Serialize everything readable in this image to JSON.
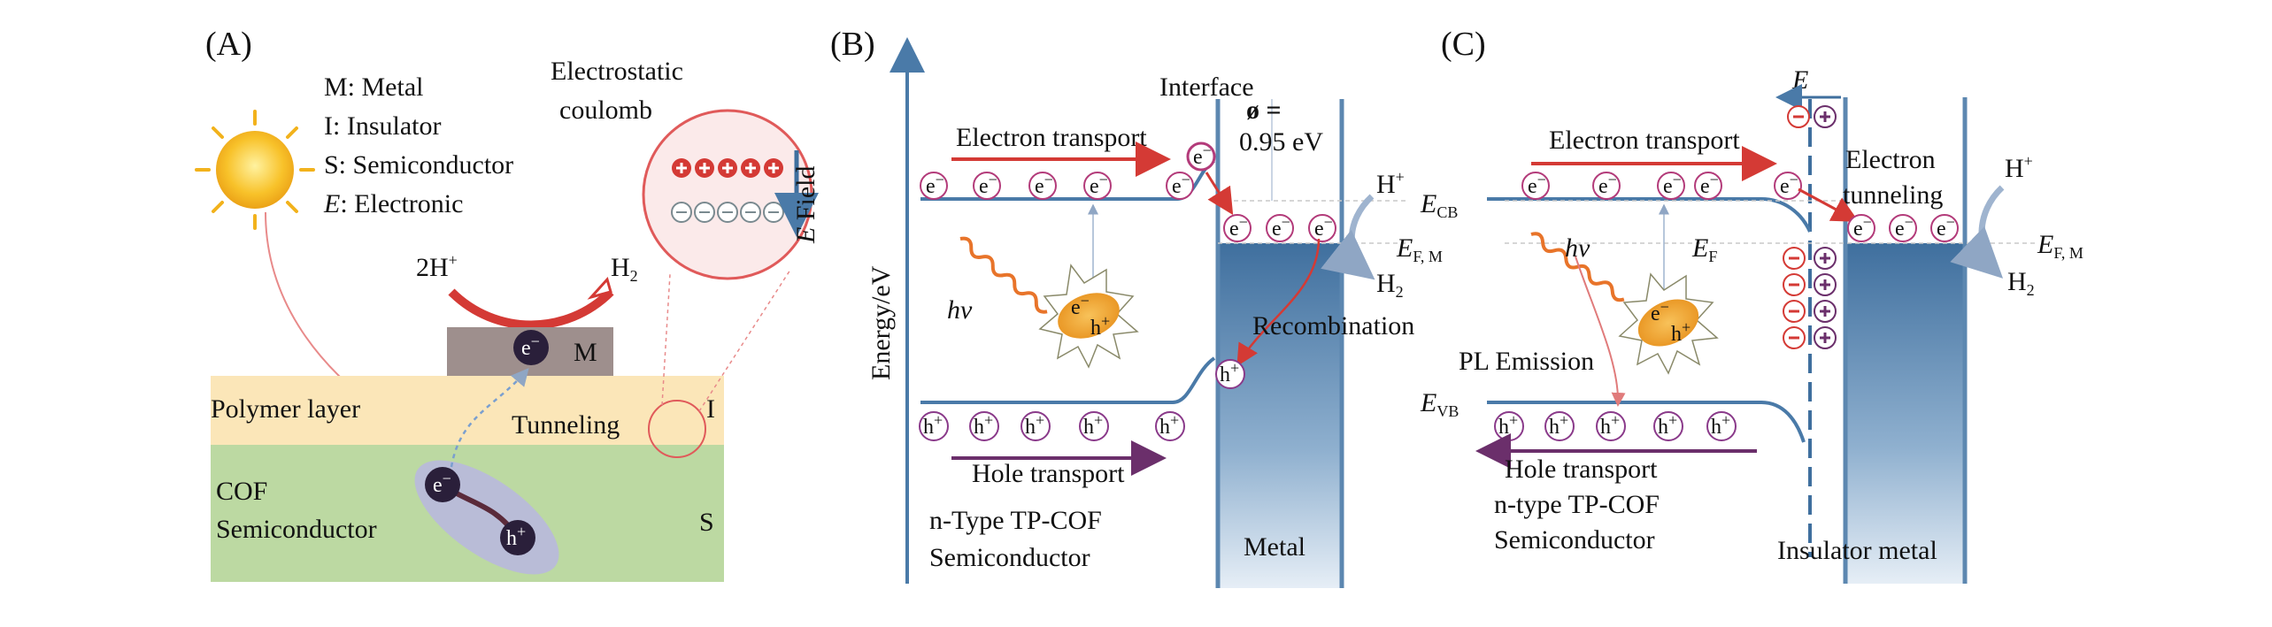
{
  "panel_labels": {
    "a": "(A)",
    "b": "(B)",
    "c": "(C)"
  },
  "panel_a": {
    "legend": {
      "m": "M: Metal",
      "i": "I: Insulator",
      "s": "S: Semiconductor",
      "e_sym": "E",
      "e_text": ": Electronic"
    },
    "electrostatic_1": "Electrostatic",
    "electrostatic_2": "coulomb",
    "two_h_plus": "2H",
    "h2": "H",
    "metal_letter": "M",
    "polymer_layer": "Polymer layer",
    "tunneling": "Tunneling",
    "insulator_letter": "I",
    "cof_1": "COF",
    "cof_2": "Semiconductor",
    "semi_letter": "S",
    "e_field_sym": "E",
    "e_field_word": " Field",
    "electron": "e",
    "hole": "h"
  },
  "panel_b": {
    "y_axis": "Energy/eV",
    "interface": "Interface",
    "phi": "ø =",
    "phi_value": "0.95 eV",
    "electron_transport": "Electron transport",
    "hole_transport": "Hole transport",
    "h_plus": "H",
    "h2": "H",
    "e_cb": "E",
    "e_cb_sub": "CB",
    "e_fm": "E",
    "e_fm_sub": "F, M",
    "hv": "hv",
    "recombination": "Recombination",
    "semi_1": "n-Type TP-COF",
    "semi_2": "Semiconductor",
    "metal": "Metal"
  },
  "panel_c": {
    "e_sym": "E",
    "electron_transport": "Electron transport",
    "electron_tunneling_1": "Electron",
    "electron_tunneling_2": "tunneling",
    "h_plus": "H",
    "h2": "H",
    "e_fm": "E",
    "e_fm_sub": "F, M",
    "hv": "hv",
    "ef": "E",
    "ef_sub": "F",
    "pl_emission": "PL Emission",
    "e_vb": "E",
    "e_vb_sub": "VB",
    "hole_transport": "Hole transport",
    "semi_1": "n-type TP-COF",
    "semi_2": "Semiconductor",
    "insulator_metal": "Insulator metal"
  },
  "colors": {
    "red_arrow": "#d43a35",
    "purple_arrow": "#6b2f6b",
    "band_blue": "#4a7aa8",
    "metal_blue": "#5c87b0",
    "polymer": "#fbe6b8",
    "cof": "#bcd9a2",
    "metal_block": "#9e8f8d",
    "carrier_circle": "#b33b7a",
    "exciton": "#f0a12d"
  }
}
